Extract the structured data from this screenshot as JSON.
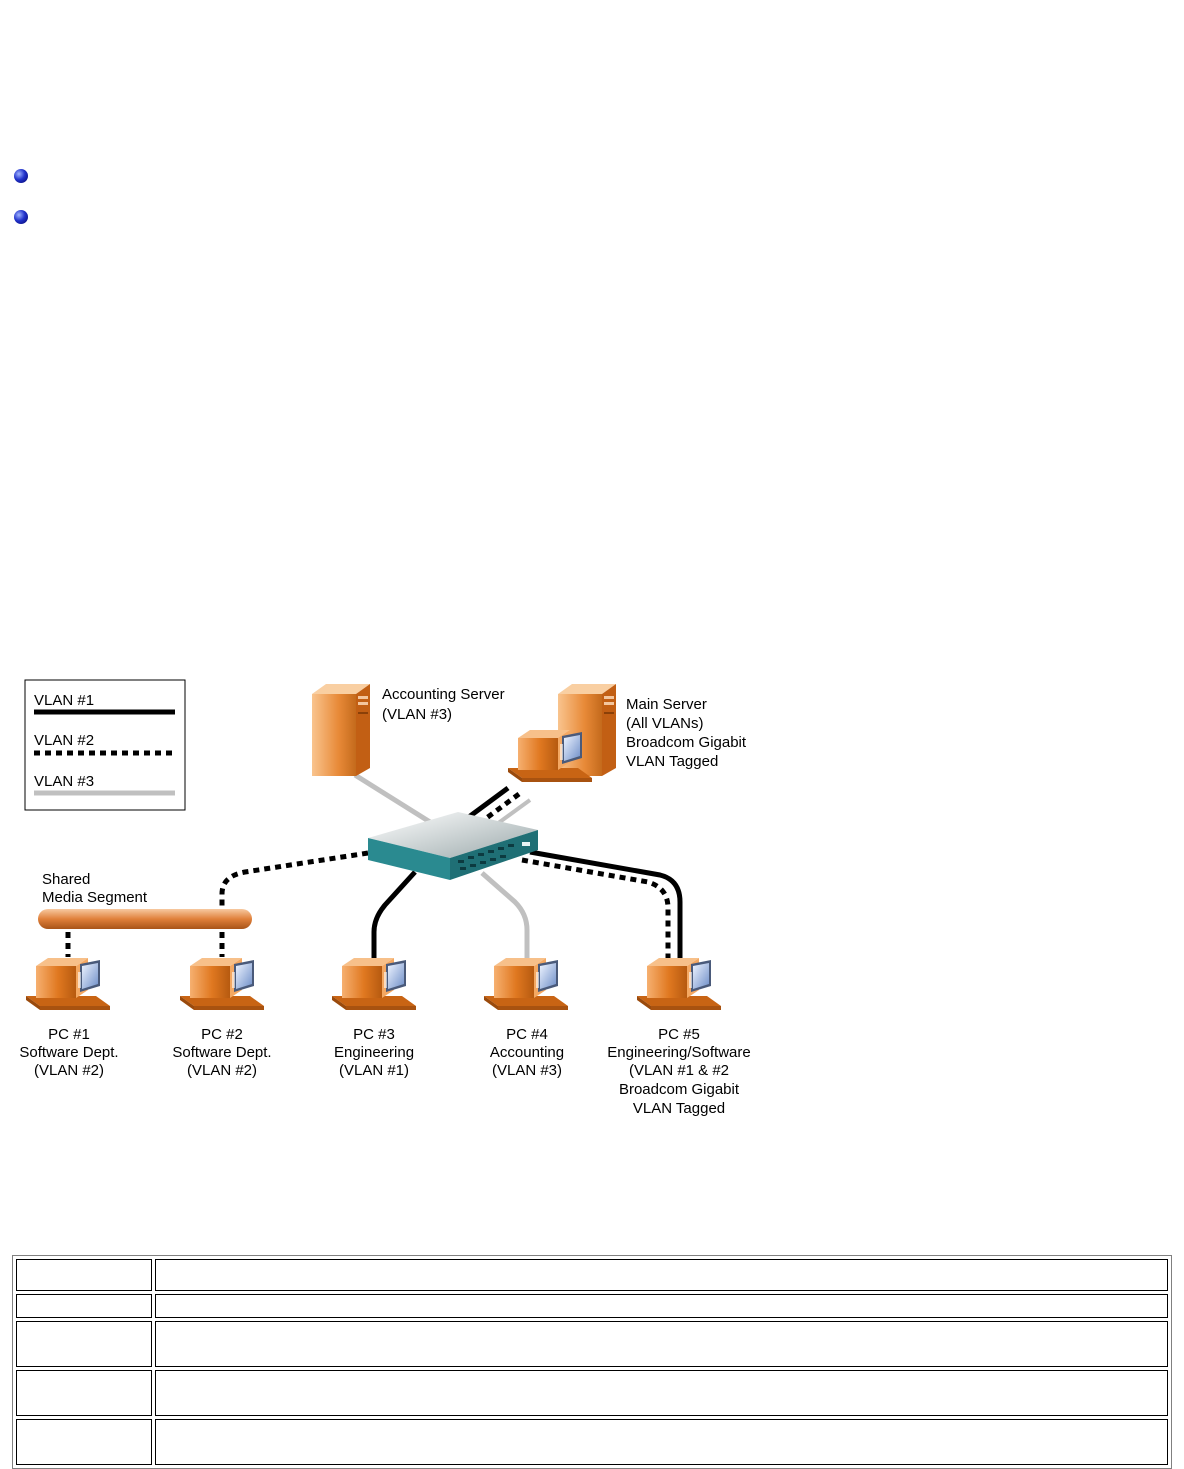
{
  "diagram": {
    "legend": {
      "vlan1": "VLAN #1",
      "vlan2": "VLAN #2",
      "vlan3": "VLAN #3"
    },
    "accounting_server": {
      "line1": "Accounting Server",
      "line2": "(VLAN #3)"
    },
    "main_server": {
      "line1": "Main Server",
      "line2": "(All VLANs)",
      "line3": "Broadcom Gigabit",
      "line4": "VLAN Tagged"
    },
    "shared_segment": {
      "line1": "Shared",
      "line2": "Media Segment"
    },
    "pcs": [
      {
        "line1": "PC #1",
        "line2": "Software Dept.",
        "line3": "(VLAN #2)"
      },
      {
        "line1": "PC #2",
        "line2": "Software Dept.",
        "line3": "(VLAN #2)"
      },
      {
        "line1": "PC #3",
        "line2": "Engineering",
        "line3": "(VLAN #1)"
      },
      {
        "line1": "PC #4",
        "line2": "Accounting",
        "line3": "(VLAN #3)"
      },
      {
        "line1": "PC #5",
        "line2": "Engineering/Software",
        "line3": "(VLAN #1 & #2",
        "line4": "Broadcom Gigabit",
        "line5": "VLAN Tagged"
      }
    ],
    "colors": {
      "vlan1": "#000000",
      "vlan2": "#000000",
      "vlan3": "#c0c0c0",
      "computer_orange": "#e07820",
      "switch_teal": "#2a8a90"
    }
  }
}
